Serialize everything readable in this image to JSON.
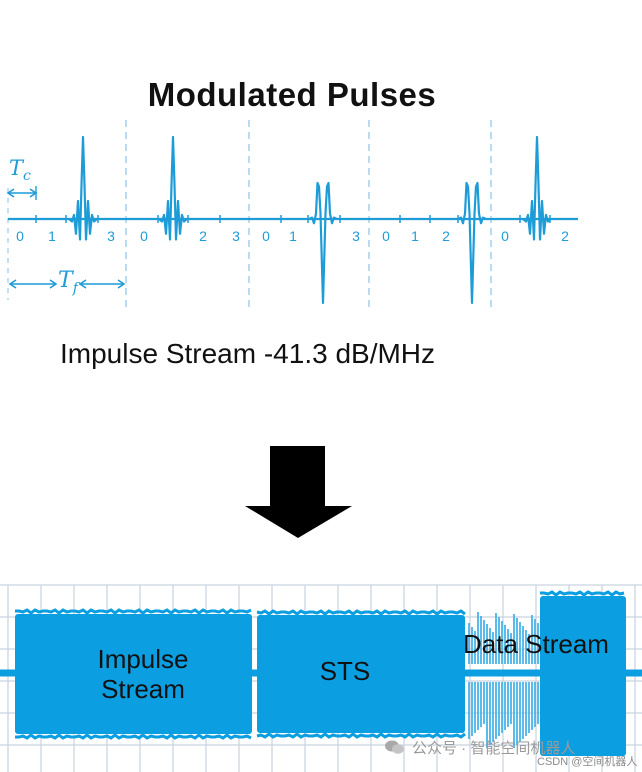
{
  "title": "Modulated Pulses",
  "caption": "Impulse Stream -41.3 dB/MHz",
  "symbols": {
    "tc_main": "T",
    "tc_sub": "c",
    "tf_main": "T",
    "tf_sub": "f"
  },
  "frames": [
    {
      "chip_labels": [
        "0",
        "1",
        "3"
      ]
    },
    {
      "chip_labels": [
        "0",
        "2",
        "3"
      ]
    },
    {
      "chip_labels": [
        "0",
        "1",
        "3"
      ]
    },
    {
      "chip_labels": [
        "0",
        "1",
        "2"
      ]
    },
    {
      "chip_labels": [
        "0",
        "2"
      ]
    }
  ],
  "blocks": {
    "impulse_line1": "Impulse",
    "impulse_line2": "Stream",
    "sts": "STS",
    "data": "Data Stream"
  },
  "watermark": {
    "main": "公众号 · 智能空间机器人",
    "sub": "CSDN @空间机器人"
  },
  "colors": {
    "accent": "#1e9cd8",
    "block": "#0b9ee0",
    "grid": "#c9d3df",
    "arrow": "#000000"
  },
  "icons": {
    "down_arrow": "down-arrow-icon",
    "wechat": "wechat-icon"
  }
}
